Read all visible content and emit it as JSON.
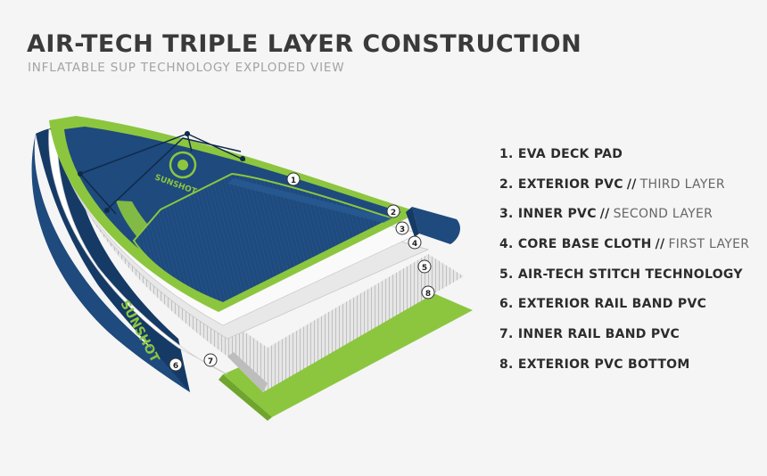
{
  "header": {
    "title": "AIR-TECH TRIPLE LAYER CONSTRUCTION",
    "subtitle": "INFLATABLE SUP TECHNOLOGY EXPLODED VIEW"
  },
  "diagram": {
    "brand_text": "SUNSHOT",
    "callouts": [
      "1",
      "2",
      "3",
      "4",
      "5",
      "6",
      "7",
      "8"
    ],
    "colors": {
      "navy": "#1e4a7d",
      "navy_dark": "#153a66",
      "lime": "#8cc63f",
      "lime_light": "#b6dc4a",
      "white_layer": "#f0f0f0",
      "gray_layer": "#dcdcdc"
    }
  },
  "legend": [
    {
      "label": "1. EVA DECK PAD",
      "sub": ""
    },
    {
      "label": "2. EXTERIOR PVC",
      "sep": "//",
      "sub": "THIRD LAYER"
    },
    {
      "label": "3. INNER PVC",
      "sep": "//",
      "sub": "SECOND LAYER"
    },
    {
      "label": "4. CORE BASE CLOTH",
      "sep": "//",
      "sub": "FIRST LAYER"
    },
    {
      "label": "5. AIR-TECH STITCH TECHNOLOGY",
      "sub": ""
    },
    {
      "label": "6. EXTERIOR RAIL BAND PVC",
      "sub": ""
    },
    {
      "label": "7.  INNER RAIL BAND PVC",
      "sub": ""
    },
    {
      "label": "8. EXTERIOR PVC BOTTOM",
      "sub": ""
    }
  ]
}
